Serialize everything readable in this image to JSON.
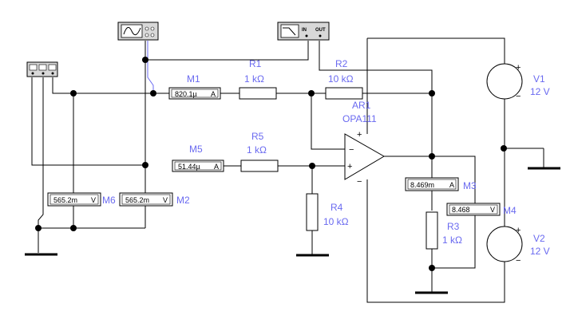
{
  "components": {
    "R1": {
      "name": "R1",
      "value": "1 kΩ"
    },
    "R2": {
      "name": "R2",
      "value": "10 kΩ"
    },
    "R3": {
      "name": "R3",
      "value": "1 kΩ"
    },
    "R4": {
      "name": "R4",
      "value": "10 kΩ"
    },
    "R5": {
      "name": "R5",
      "value": "1 kΩ"
    },
    "opamp": {
      "name": "AR1",
      "model": "OPA111",
      "plus": "+",
      "minus": "−"
    },
    "V1": {
      "name": "V1",
      "value": "12 V"
    },
    "V2": {
      "name": "V2",
      "value": "12 V"
    }
  },
  "meters": {
    "M1": {
      "name": "M1",
      "reading": "820.1µ",
      "unit": "A"
    },
    "M5": {
      "name": "M5",
      "reading": "51.44µ",
      "unit": "A"
    },
    "M3": {
      "name": "M3",
      "reading": "8.469m",
      "unit": "A"
    },
    "M4": {
      "name": "M4",
      "reading": "8.468",
      "unit": "V"
    },
    "M6": {
      "name": "M6",
      "reading": "565.2m",
      "unit": "V"
    },
    "M2": {
      "name": "M2",
      "reading": "565.2m",
      "unit": "V"
    }
  },
  "instruments": {
    "plotter": {
      "in": "IN",
      "out": "OUT"
    }
  }
}
